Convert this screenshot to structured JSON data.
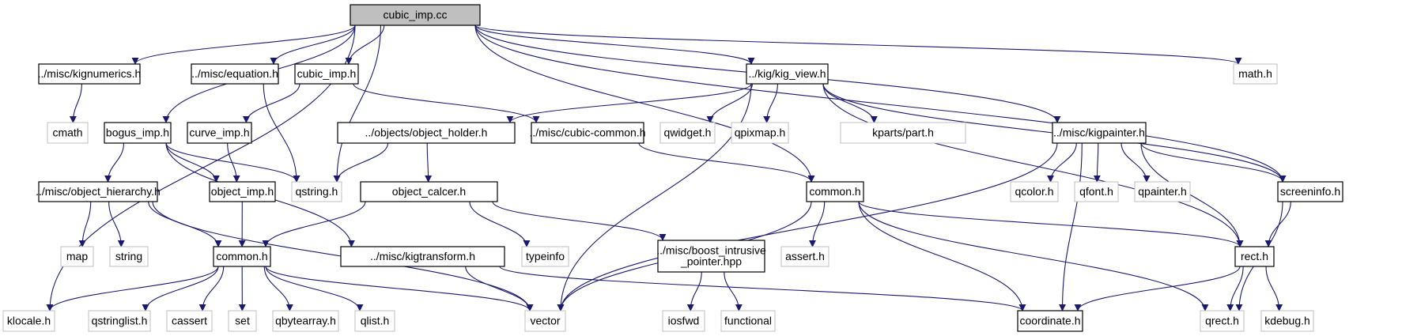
{
  "diagram": {
    "edge_color": "#191970",
    "root_fill": "#bfbfbf",
    "documented_border": "#000000",
    "undocumented_border": "#bfbfbf",
    "nodes": [
      {
        "id": "cc",
        "lines": [
          "cubic_imp.cc"
        ],
        "style": "root"
      },
      {
        "id": "kignumerics",
        "lines": [
          "../misc/kignumerics.h"
        ],
        "style": "documented"
      },
      {
        "id": "equation",
        "lines": [
          "../misc/equation.h"
        ],
        "style": "documented"
      },
      {
        "id": "cubic_imp_h",
        "lines": [
          "cubic_imp.h"
        ],
        "style": "documented"
      },
      {
        "id": "kig_view",
        "lines": [
          "../kig/kig_view.h"
        ],
        "style": "documented"
      },
      {
        "id": "math",
        "lines": [
          "math.h"
        ],
        "style": "external"
      },
      {
        "id": "cmath",
        "lines": [
          "cmath"
        ],
        "style": "external"
      },
      {
        "id": "bogus_imp",
        "lines": [
          "bogus_imp.h"
        ],
        "style": "documented"
      },
      {
        "id": "curve_imp",
        "lines": [
          "curve_imp.h"
        ],
        "style": "documented"
      },
      {
        "id": "object_holder",
        "lines": [
          "../objects/object_holder.h"
        ],
        "style": "documented"
      },
      {
        "id": "cubic_common",
        "lines": [
          "../misc/cubic-common.h"
        ],
        "style": "documented"
      },
      {
        "id": "qwidget",
        "lines": [
          "qwidget.h"
        ],
        "style": "external"
      },
      {
        "id": "qpixmap",
        "lines": [
          "qpixmap.h"
        ],
        "style": "external"
      },
      {
        "id": "kparts",
        "lines": [
          "kparts/part.h"
        ],
        "style": "external"
      },
      {
        "id": "kigpainter",
        "lines": [
          "../misc/kigpainter.h"
        ],
        "style": "documented"
      },
      {
        "id": "object_hierarchy",
        "lines": [
          "../misc/object_hierarchy.h"
        ],
        "style": "documented"
      },
      {
        "id": "object_imp",
        "lines": [
          "object_imp.h"
        ],
        "style": "documented"
      },
      {
        "id": "qstring",
        "lines": [
          "qstring.h"
        ],
        "style": "external"
      },
      {
        "id": "object_calcer",
        "lines": [
          "object_calcer.h"
        ],
        "style": "documented"
      },
      {
        "id": "common2",
        "lines": [
          "common.h"
        ],
        "style": "documented"
      },
      {
        "id": "qcolor",
        "lines": [
          "qcolor.h"
        ],
        "style": "external"
      },
      {
        "id": "qfont",
        "lines": [
          "qfont.h"
        ],
        "style": "external"
      },
      {
        "id": "qpainter",
        "lines": [
          "qpainter.h"
        ],
        "style": "external"
      },
      {
        "id": "screeninfo",
        "lines": [
          "screeninfo.h"
        ],
        "style": "documented"
      },
      {
        "id": "map",
        "lines": [
          "map"
        ],
        "style": "external"
      },
      {
        "id": "string",
        "lines": [
          "string"
        ],
        "style": "external"
      },
      {
        "id": "common1",
        "lines": [
          "common.h"
        ],
        "style": "documented"
      },
      {
        "id": "kigtransform",
        "lines": [
          "../misc/kigtransform.h"
        ],
        "style": "documented"
      },
      {
        "id": "typeinfo",
        "lines": [
          "typeinfo"
        ],
        "style": "external"
      },
      {
        "id": "boost",
        "lines": [
          "../misc/boost_intrusive",
          "_pointer.hpp"
        ],
        "style": "documented"
      },
      {
        "id": "assert",
        "lines": [
          "assert.h"
        ],
        "style": "external"
      },
      {
        "id": "rect",
        "lines": [
          "rect.h"
        ],
        "style": "documented"
      },
      {
        "id": "klocale",
        "lines": [
          "klocale.h"
        ],
        "style": "external"
      },
      {
        "id": "qstringlist",
        "lines": [
          "qstringlist.h"
        ],
        "style": "external"
      },
      {
        "id": "cassert",
        "lines": [
          "cassert"
        ],
        "style": "external"
      },
      {
        "id": "set",
        "lines": [
          "set"
        ],
        "style": "external"
      },
      {
        "id": "qbytearray",
        "lines": [
          "qbytearray.h"
        ],
        "style": "external"
      },
      {
        "id": "qlist",
        "lines": [
          "qlist.h"
        ],
        "style": "external"
      },
      {
        "id": "vector",
        "lines": [
          "vector"
        ],
        "style": "external"
      },
      {
        "id": "iosfwd",
        "lines": [
          "iosfwd"
        ],
        "style": "external"
      },
      {
        "id": "functional",
        "lines": [
          "functional"
        ],
        "style": "external"
      },
      {
        "id": "coordinate",
        "lines": [
          "coordinate.h"
        ],
        "style": "documented"
      },
      {
        "id": "qrect",
        "lines": [
          "qrect.h"
        ],
        "style": "external"
      },
      {
        "id": "kdebug",
        "lines": [
          "kdebug.h"
        ],
        "style": "external"
      }
    ],
    "edges": [
      [
        "cc",
        "klocale"
      ],
      [
        "cc",
        "kignumerics"
      ],
      [
        "cc",
        "bogus_imp"
      ],
      [
        "cc",
        "equation"
      ],
      [
        "cc",
        "cubic_imp_h"
      ],
      [
        "cc",
        "qstring"
      ],
      [
        "cc",
        "kig_view"
      ],
      [
        "cc",
        "common2"
      ],
      [
        "cc",
        "kigpainter"
      ],
      [
        "cc",
        "screeninfo"
      ],
      [
        "cc",
        "math"
      ],
      [
        "kignumerics",
        "cmath"
      ],
      [
        "equation",
        "qstring"
      ],
      [
        "cubic_imp_h",
        "curve_imp"
      ],
      [
        "cubic_imp_h",
        "cubic_common"
      ],
      [
        "curve_imp",
        "object_imp"
      ],
      [
        "bogus_imp",
        "object_hierarchy"
      ],
      [
        "bogus_imp",
        "object_imp"
      ],
      [
        "bogus_imp",
        "qstring"
      ],
      [
        "bogus_imp",
        "kigtransform"
      ],
      [
        "object_holder",
        "qstring"
      ],
      [
        "object_holder",
        "object_calcer"
      ],
      [
        "cubic_common",
        "common2"
      ],
      [
        "kig_view",
        "object_holder"
      ],
      [
        "kig_view",
        "qwidget"
      ],
      [
        "kig_view",
        "qpixmap"
      ],
      [
        "kig_view",
        "kparts"
      ],
      [
        "kig_view",
        "vector"
      ],
      [
        "kig_view",
        "rect"
      ],
      [
        "kig_view",
        "screeninfo"
      ],
      [
        "kigpainter",
        "vector"
      ],
      [
        "kigpainter",
        "qcolor"
      ],
      [
        "kigpainter",
        "qfont"
      ],
      [
        "kigpainter",
        "qpainter"
      ],
      [
        "kigpainter",
        "screeninfo"
      ],
      [
        "kigpainter",
        "rect"
      ],
      [
        "kigpainter",
        "coordinate"
      ],
      [
        "object_hierarchy",
        "map"
      ],
      [
        "object_hierarchy",
        "string"
      ],
      [
        "object_hierarchy",
        "common1"
      ],
      [
        "object_hierarchy",
        "vector"
      ],
      [
        "object_imp",
        "common1"
      ],
      [
        "object_calcer",
        "common1"
      ],
      [
        "object_calcer",
        "typeinfo"
      ],
      [
        "object_calcer",
        "boost"
      ],
      [
        "common2",
        "vector"
      ],
      [
        "common2",
        "assert"
      ],
      [
        "common2",
        "coordinate"
      ],
      [
        "common2",
        "qrect"
      ],
      [
        "common2",
        "rect"
      ],
      [
        "screeninfo",
        "rect"
      ],
      [
        "screeninfo",
        "qrect"
      ],
      [
        "common1",
        "klocale"
      ],
      [
        "common1",
        "qstringlist"
      ],
      [
        "common1",
        "cassert"
      ],
      [
        "common1",
        "set"
      ],
      [
        "common1",
        "qbytearray"
      ],
      [
        "common1",
        "qlist"
      ],
      [
        "common1",
        "vector"
      ],
      [
        "kigtransform",
        "vector"
      ],
      [
        "kigtransform",
        "coordinate"
      ],
      [
        "boost",
        "iosfwd"
      ],
      [
        "boost",
        "functional"
      ],
      [
        "rect",
        "coordinate"
      ],
      [
        "rect",
        "qrect"
      ],
      [
        "rect",
        "kdebug"
      ]
    ]
  }
}
